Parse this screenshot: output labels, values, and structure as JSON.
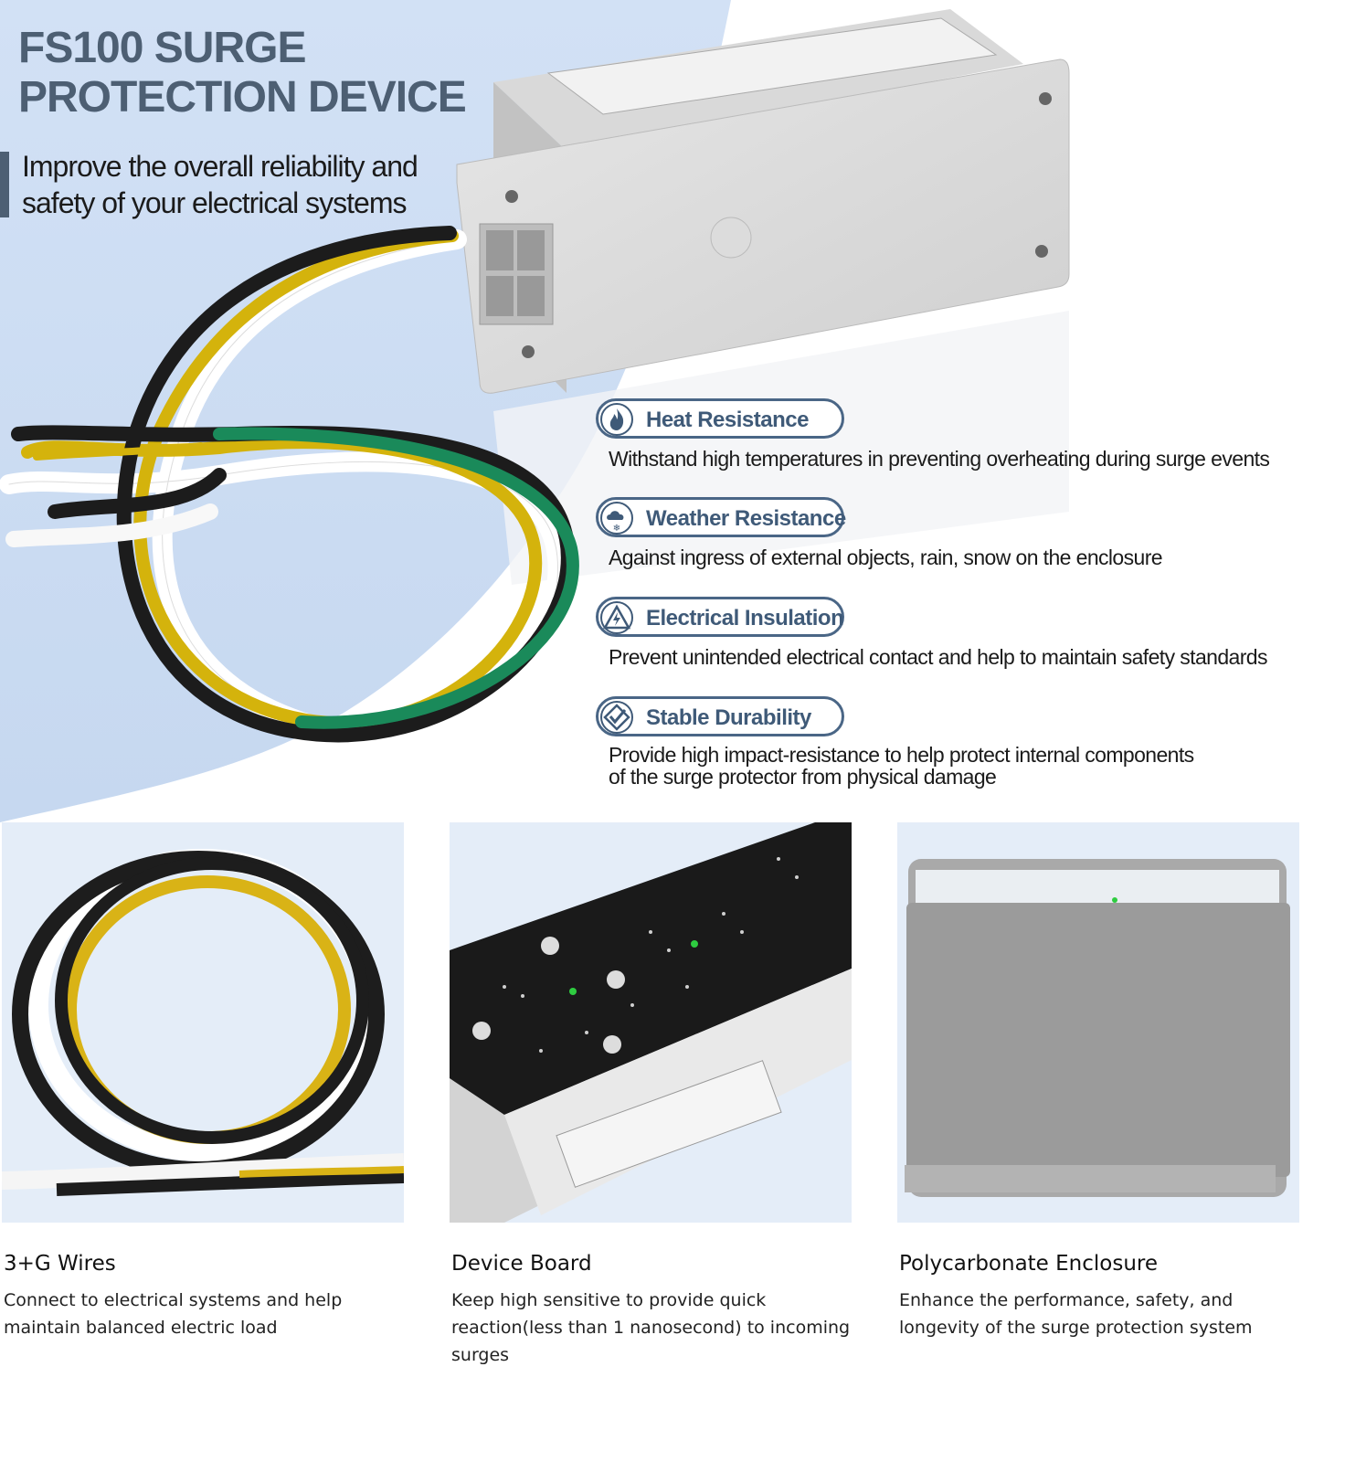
{
  "hero": {
    "title_line1": "FS100 SURGE",
    "title_line2": "PROTECTION DEVICE",
    "subtitle_line1": "Improve the overall reliability and",
    "subtitle_line2": "safety of your electrical systems",
    "colors": {
      "title": "#4d5f73",
      "accent": "#4a6686",
      "background_blue": "#dbe7f7"
    }
  },
  "features": [
    {
      "label": "Heat Resistance",
      "icon": "flame-icon",
      "desc_line1": "Withstand high temperatures in preventing overheating during surge events",
      "desc_line2": ""
    },
    {
      "label": "Weather Resistance",
      "icon": "weather-icon",
      "desc_line1": "Against ingress of external objects, rain, snow on the enclosure",
      "desc_line2": ""
    },
    {
      "label": "Electrical Insulation",
      "icon": "high-voltage-warning-icon",
      "desc_line1": "Prevent unintended electrical contact and help to maintain safety standards",
      "desc_line2": ""
    },
    {
      "label": "Stable Durability",
      "icon": "diamond-check-icon",
      "desc_line1": "Provide high impact-resistance to help protect internal components",
      "desc_line2": "of the surge protector from physical damage"
    }
  ],
  "cards": [
    {
      "title": "3+G Wires",
      "desc": "Connect to electrical systems and help maintain balanced electric load"
    },
    {
      "title": "Device Board",
      "desc": "Keep high sensitive to provide quick reaction(less than 1 nanosecond) to incoming surges"
    },
    {
      "title": "Polycarbonate Enclosure",
      "desc": "Enhance the performance, safety, and longevity of the surge protection system"
    }
  ]
}
